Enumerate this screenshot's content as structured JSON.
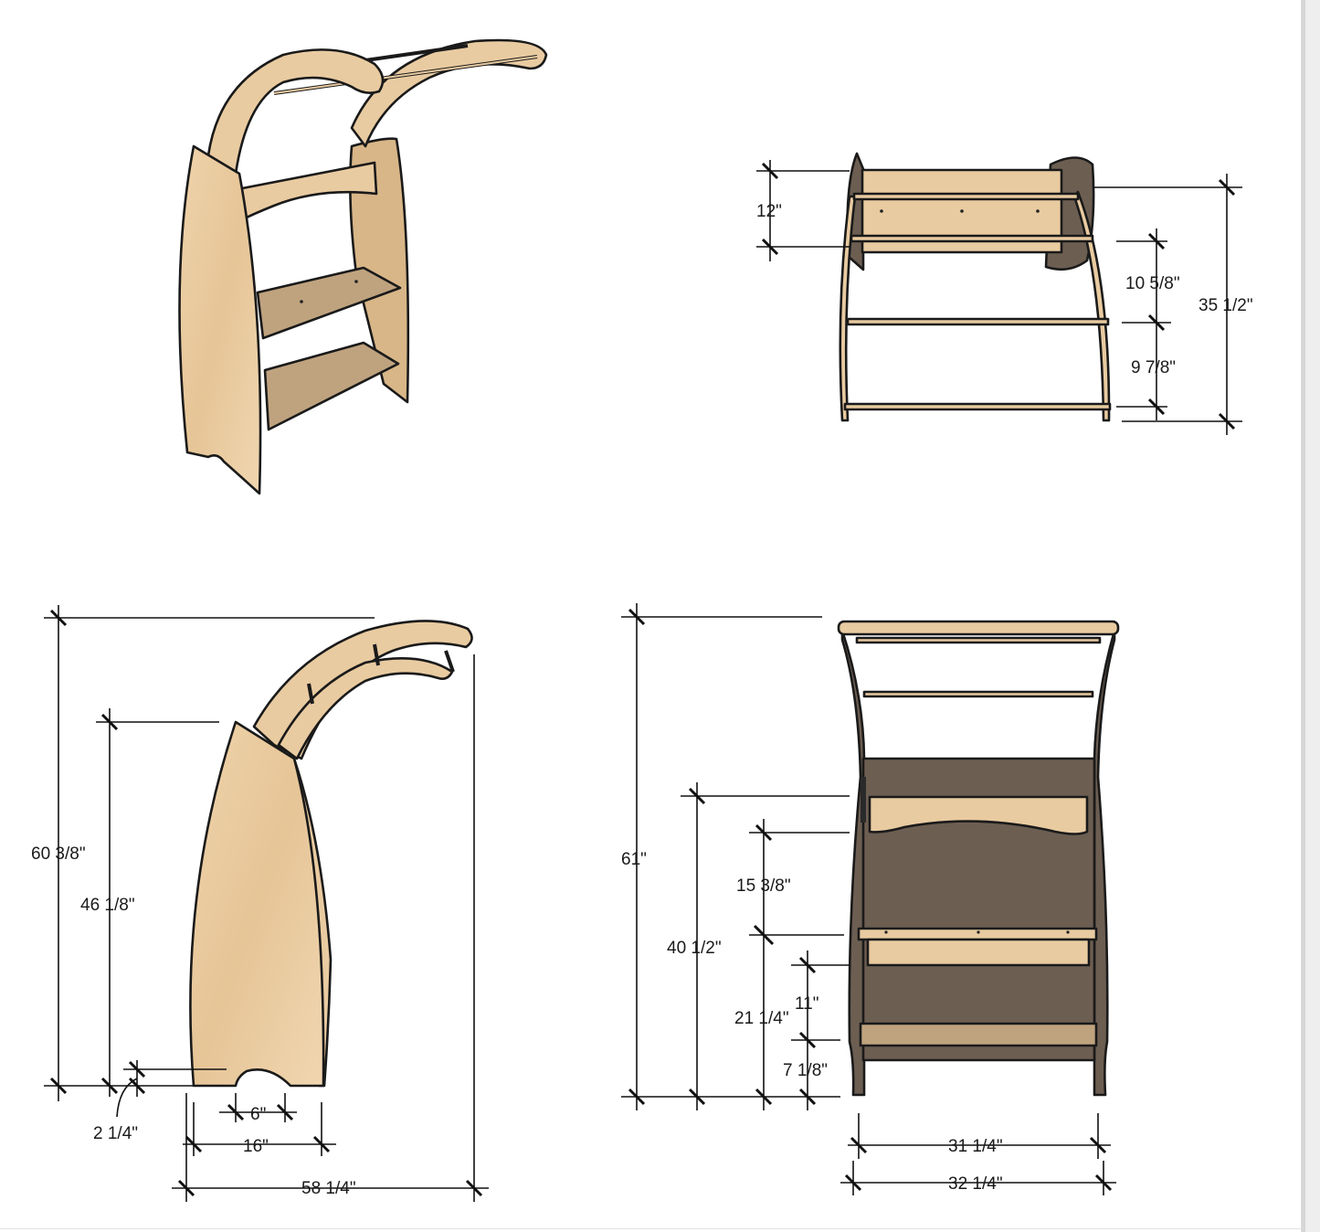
{
  "sheet": {
    "colors": {
      "plywood": "#e9cba1",
      "plywood_shadow": "#d8b688",
      "dark_face": "#6d5e52",
      "outline": "#1a1a1a",
      "background": "#ffffff"
    }
  },
  "views": {
    "perspective": {},
    "top": {
      "dims": {
        "depth_top": "12\"",
        "upper_gap": "10 5/8\"",
        "lower_gap": "9 7/8\"",
        "overall_depth": "35 1/2\""
      }
    },
    "side": {
      "dims": {
        "overall_height": "60 3/8\"",
        "panel_height": "46 1/8\"",
        "foot_height": "2 1/4\"",
        "notch_width": "6\"",
        "base_width": "16\"",
        "overall_length": "58 1/4\""
      }
    },
    "front": {
      "dims": {
        "overall_height": "61\"",
        "rail_height": "40 1/2\"",
        "rail_to_step": "15 3/8\"",
        "step_height": "21 1/4\"",
        "step_spacing": "11\"",
        "bottom_step": "7 1/8\"",
        "inner_width": "31 1/4\"",
        "outer_width": "32 1/4\""
      }
    }
  }
}
